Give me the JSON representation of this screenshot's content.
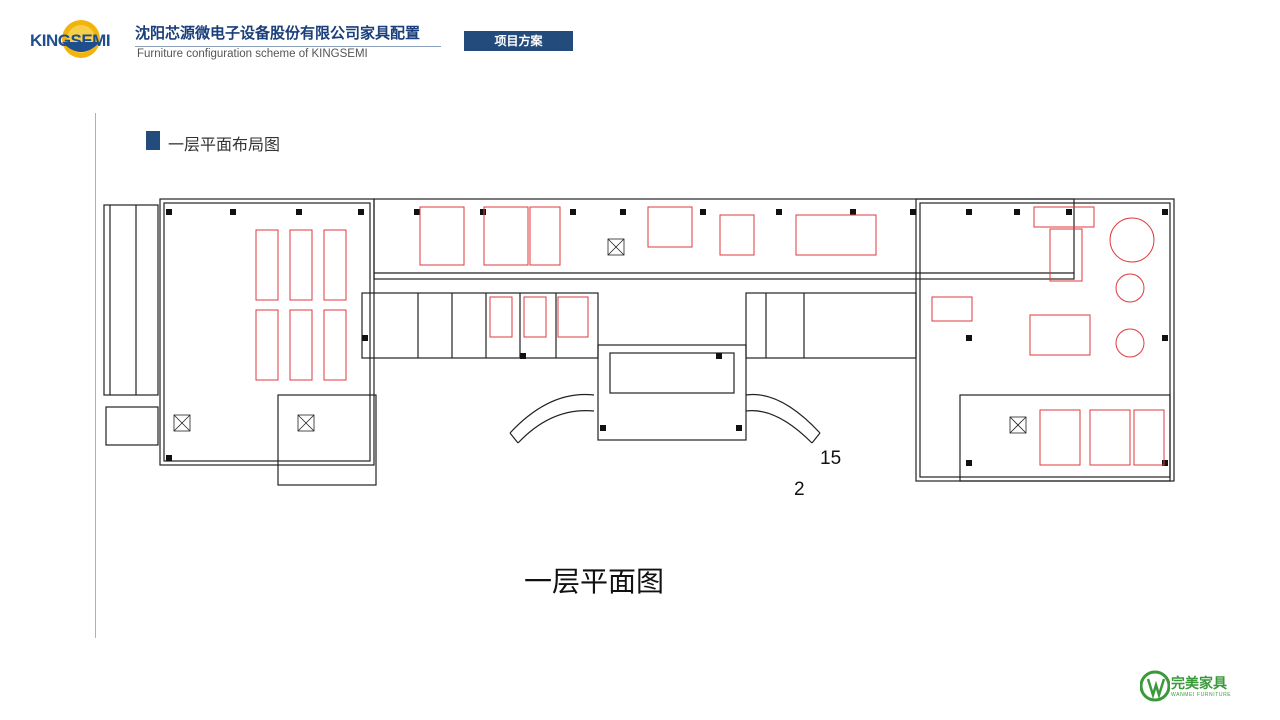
{
  "header": {
    "logo_text": "KINGSEMI",
    "title": "沈阳芯源微电子设备股份有限公司家具配置",
    "subtitle": "Furniture configuration scheme of KINGSEMI",
    "badge": "项目方案"
  },
  "section": {
    "heading": "一层平面布局图"
  },
  "plan": {
    "caption": "一层平面图",
    "label_a": "15",
    "label_b": "2",
    "wall_color": "#222222",
    "furniture_color": "#e0393e"
  },
  "footer": {
    "logo_cn": "完美家具",
    "logo_en": "WANMEI FURNITURE",
    "brand_color": "#3a9a3a"
  },
  "colors": {
    "accent": "#234b7c",
    "title": "#1b3f7a"
  }
}
